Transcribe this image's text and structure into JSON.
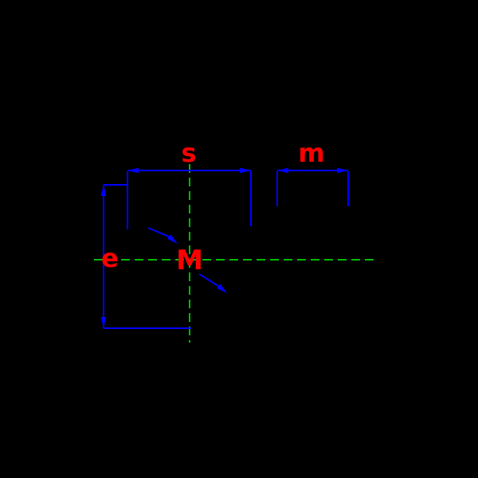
{
  "diagram": {
    "background": "#000000",
    "colors": {
      "label": "#ff0000",
      "dimension": "#0000ff",
      "centerline": "#00bb00"
    },
    "labels": {
      "width_across_flats": "s",
      "nut_height": "m",
      "width_across_corners": "e",
      "thread_size": "M"
    }
  }
}
